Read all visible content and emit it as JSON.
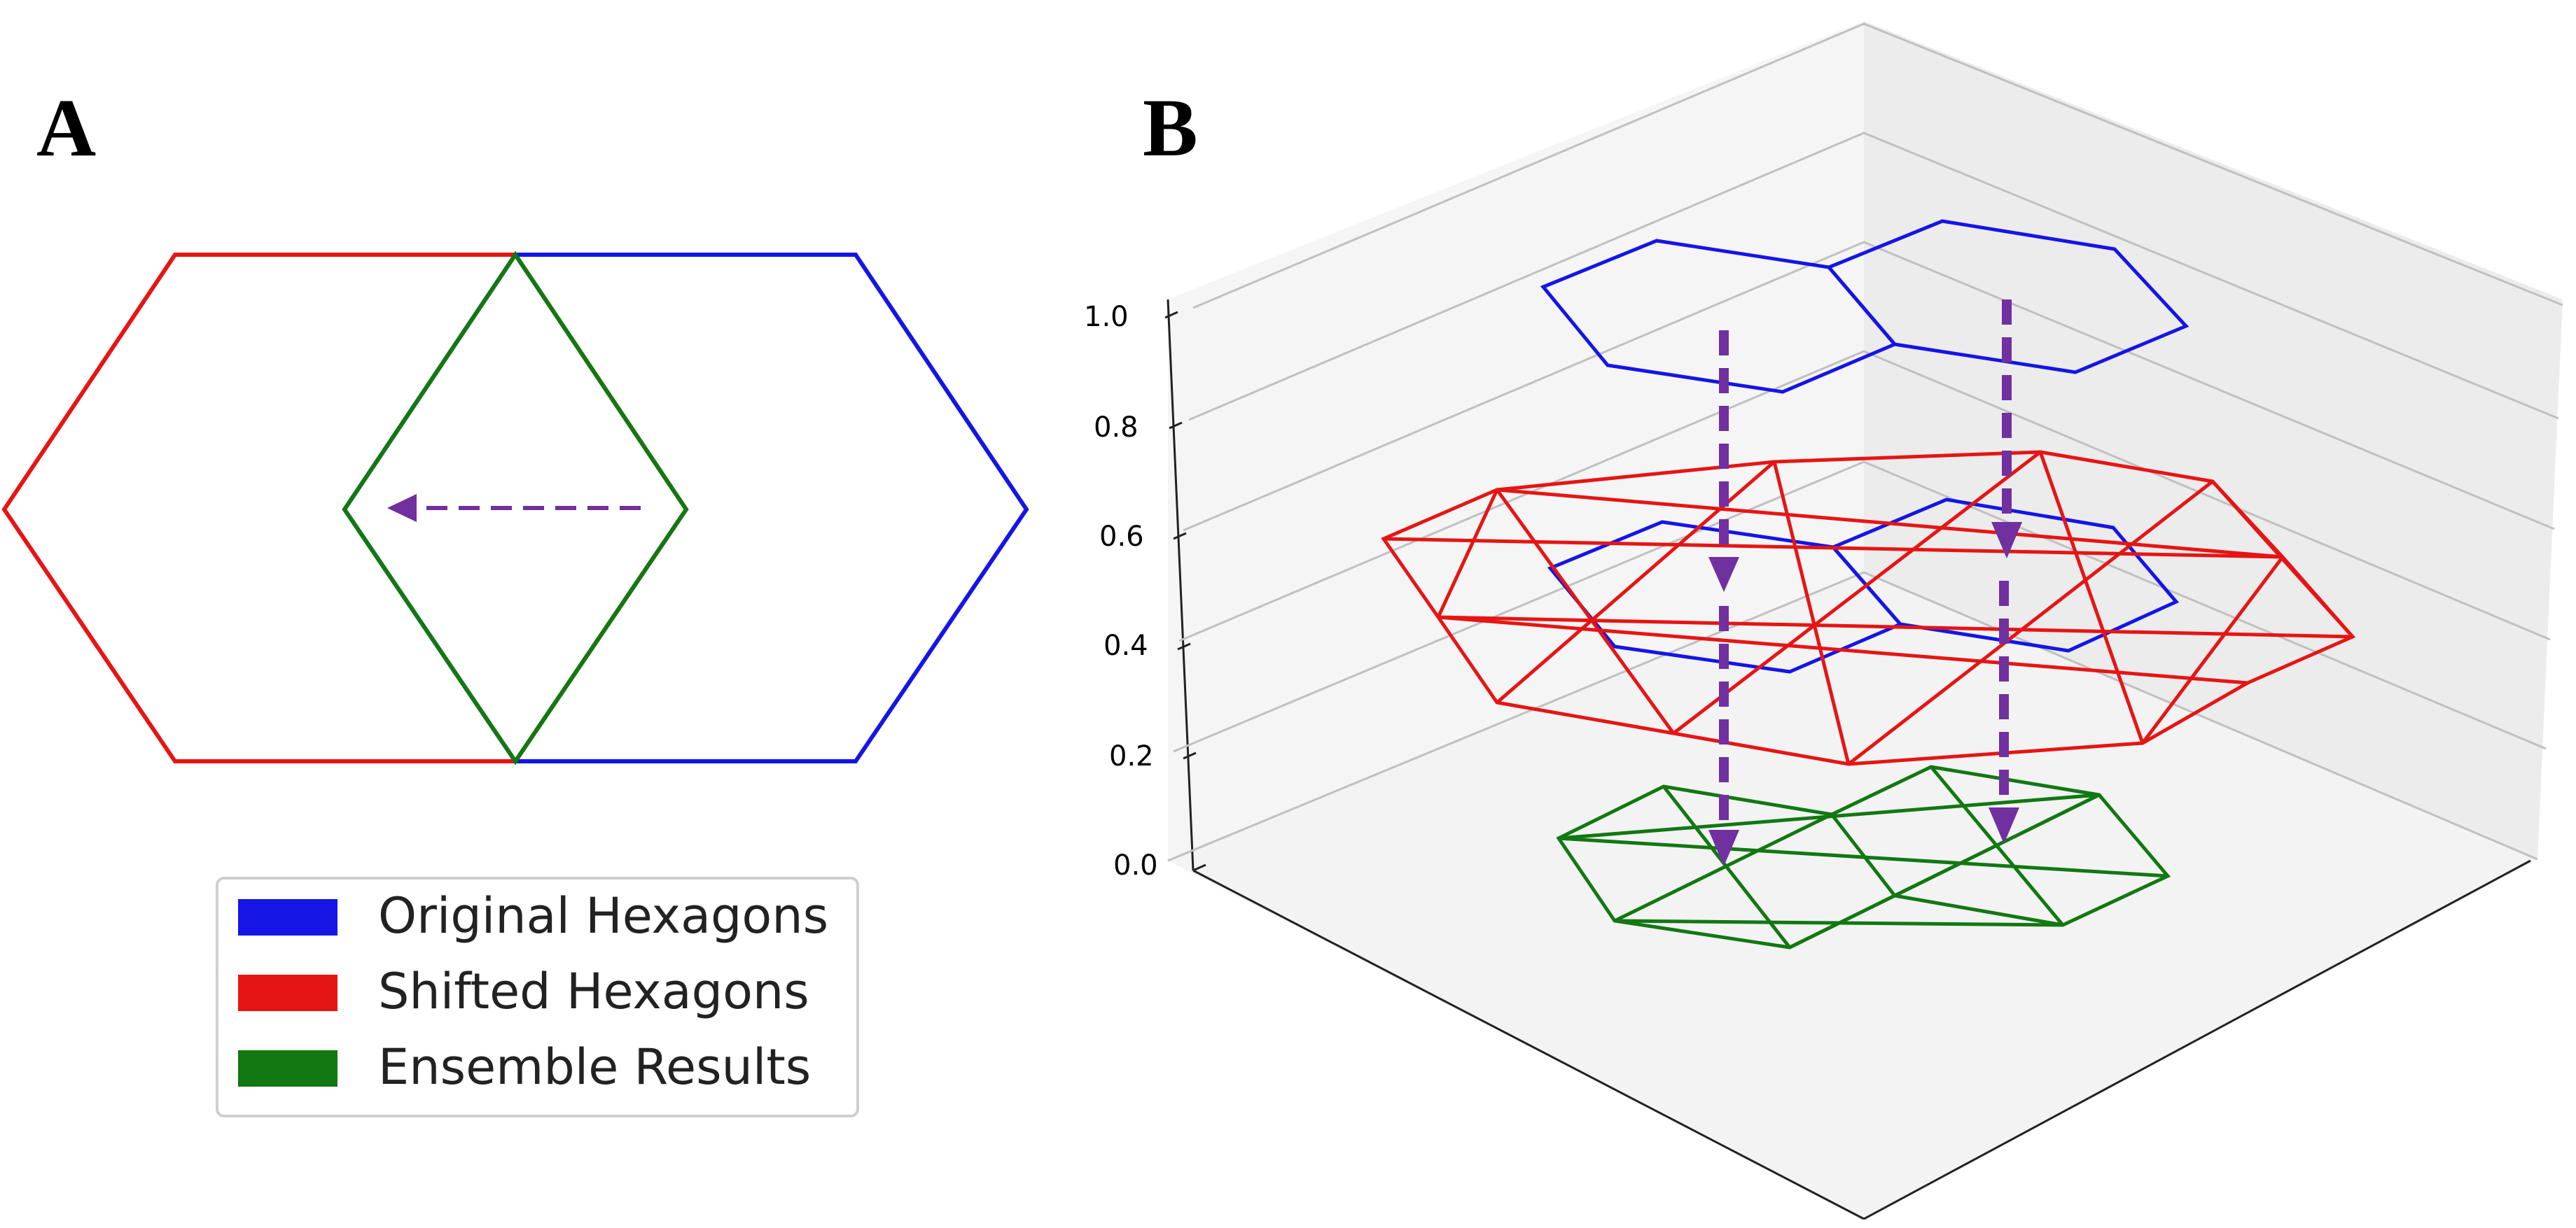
{
  "panels": {
    "a_label": "A",
    "b_label": "B"
  },
  "legend": {
    "items": [
      {
        "label": "Original Hexagons",
        "color": "#1515e6"
      },
      {
        "label": "Shifted Hexagons",
        "color": "#e61515"
      },
      {
        "label": "Ensemble Results",
        "color": "#127812"
      }
    ]
  },
  "axis3d": {
    "z_ticks": [
      "0.0",
      "0.2",
      "0.4",
      "0.6",
      "0.8",
      "1.0"
    ],
    "z_range": [
      0,
      1
    ]
  },
  "colors": {
    "original": "#1515e6",
    "shifted": "#e61515",
    "ensemble": "#127812",
    "arrow": "#7030a0",
    "pane": "#f2f2f2",
    "grid": "#c0c0c0"
  },
  "icons": {
    "shift_arrow": "dashed-left-arrow",
    "projection_arrows": "dashed-down-arrow"
  }
}
